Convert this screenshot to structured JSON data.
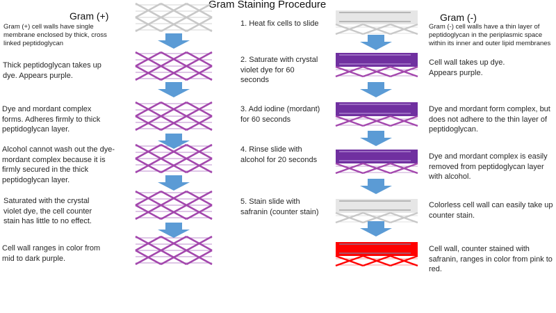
{
  "title": "Gram Staining Procedure",
  "colors": {
    "arrow": "#5b9bd5",
    "uncolored": "#c8c8c8",
    "purple": "#a347ad",
    "purple_light": "#c9a3d6",
    "purple_band": "#7030a0",
    "gray_band": "#e6e6e6",
    "red": "#ff0000",
    "red_light": "#ff9a9a"
  },
  "gram_positive": {
    "heading": "Gram (+)",
    "intro": "Gram (+) cell walls have single membrane  enclosed by thick, cross linked peptidoglycan",
    "descriptions": [
      "Thick peptidoglycan takes up dye. Appears purple.",
      "Dye and mordant complex forms. Adheres firmly to thick peptidoglycan layer.",
      "Alcohol cannot wash out the dye-mordant complex because it is firmly secured in the thick peptidoglycan layer.",
      "Saturated with the crystal violet dye, the cell counter stain has little to no effect.",
      "Cell wall ranges in color from mid to dark purple."
    ],
    "stages": [
      "uncolored",
      "purple",
      "purple",
      "purple",
      "purple",
      "purple"
    ]
  },
  "steps": [
    "1. Heat fix cells to slide",
    "2.  Saturate with crystal violet dye for 60 seconds",
    "3. Add iodine (mordant) for 60 seconds",
    "4. Rinse slide with alcohol for 20 seconds",
    "5. Stain slide with safranin (counter stain)"
  ],
  "gram_negative": {
    "heading": "Gram (-)",
    "intro": "Gram (-) cell walls have a thin layer of peptidoglycan in the periplasmic space within its inner and outer lipid membranes",
    "descriptions": [
      "Cell wall takes up dye. Appears purple.",
      "Dye and mordant form complex, but does not adhere to the thin layer of peptidoglycan.",
      "Dye and mordant complex is easily removed from peptidoglycan layer with alcohol.",
      "Colorless cell wall can easily take up counter stain.",
      "Cell wall, counter stained with safranin, ranges in color from pink to red."
    ],
    "stages": [
      "uncolored",
      "purple",
      "purple",
      "purple",
      "uncolored",
      "red"
    ]
  }
}
